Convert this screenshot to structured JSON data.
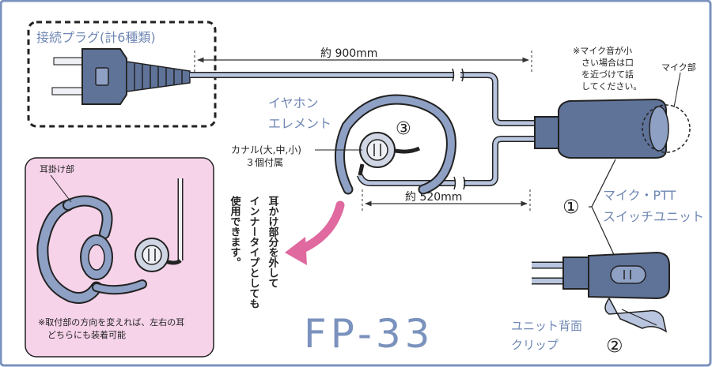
{
  "plug": {
    "label": "接続プラグ(計6種類)"
  },
  "cord": {
    "main_length": "約 900mm",
    "ear_length": "約 520mm"
  },
  "earphone": {
    "label_line1": "イヤホン",
    "label_line2": "エレメント",
    "tips_line1": "カナル(大,中,小)",
    "tips_line2": "３個付属",
    "marker": "③"
  },
  "mic_note": {
    "line1": "※マイク音が小",
    "line2": "さい場合は口",
    "line3": "を近づけて話",
    "line4": "してください。"
  },
  "mic_part": "マイク部",
  "ptt_unit": {
    "marker": "①",
    "line1": "マイク・PTT",
    "line2": "スイッチユニット"
  },
  "clip": {
    "line1": "ユニット背面",
    "line2": "クリップ",
    "marker": "②"
  },
  "inset": {
    "ear_hook_label": "耳掛け部",
    "note_line1": "※取付部の方向を変えれば、左右の耳",
    "note_line2": "どちらにも装着可能"
  },
  "vertical_note": {
    "col1": "耳かけ部分を外して",
    "col2": "インナータイプとしても",
    "col3": "使用できます。"
  },
  "model": "FP-33",
  "colors": {
    "frame": "#7a92bd",
    "device": "#5f7399",
    "device_light": "#8ea0c4",
    "inset_bg": "#f7d3ea",
    "arrow": "#e0699f"
  }
}
